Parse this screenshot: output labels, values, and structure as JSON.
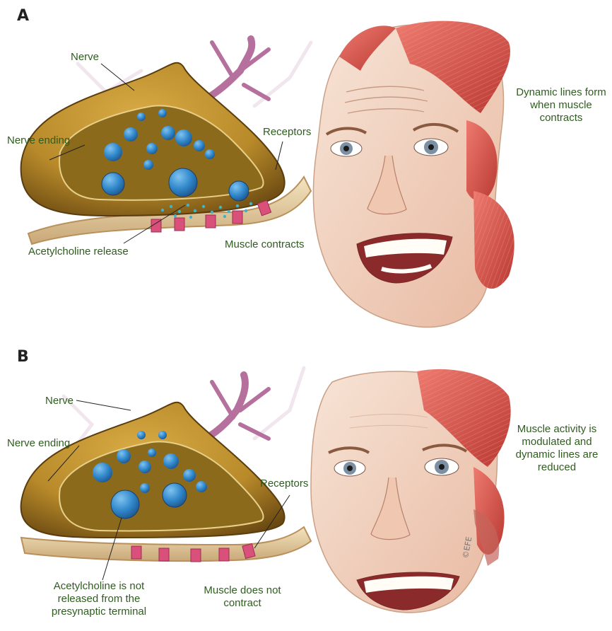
{
  "panels": {
    "a": {
      "letter": "A",
      "labels": {
        "nerve": "Nerve",
        "nerve_ending": "Nerve ending",
        "receptors": "Receptors",
        "acetylcholine_release": "Acetylcholine release",
        "muscle_contracts": "Muscle contracts",
        "dynamic_lines_line1": "Dynamic lines form",
        "dynamic_lines_line2": "when muscle",
        "dynamic_lines_line3": "contracts"
      }
    },
    "b": {
      "letter": "B",
      "labels": {
        "nerve": "Nerve",
        "nerve_ending": "Nerve ending",
        "receptors": "Receptors",
        "ach_not_released_line1": "Acetylcholine is not",
        "ach_not_released_line2": "released from the",
        "ach_not_released_line3": "presynaptic terminal",
        "muscle_not_contract_line1": "Muscle does not",
        "muscle_not_contract_line2": "contract",
        "modulated_line1": "Muscle activity is",
        "modulated_line2": "modulated and",
        "modulated_line3": "dynamic lines are",
        "modulated_line4": "reduced"
      }
    }
  },
  "colors": {
    "label_text": "#2f5d1f",
    "terminal_fill": "#b88a2a",
    "terminal_dark": "#6b4a12",
    "vesicle_blue": "#2f86c9",
    "vesicle_dark": "#1c4f86",
    "ach_dots": "#3fb3c8",
    "receptor_pink": "#d9507a",
    "membrane": "#e8d3a5",
    "muscle_red": "#d8524a",
    "skin": "#f3d9c8"
  },
  "signature": "©EFE"
}
